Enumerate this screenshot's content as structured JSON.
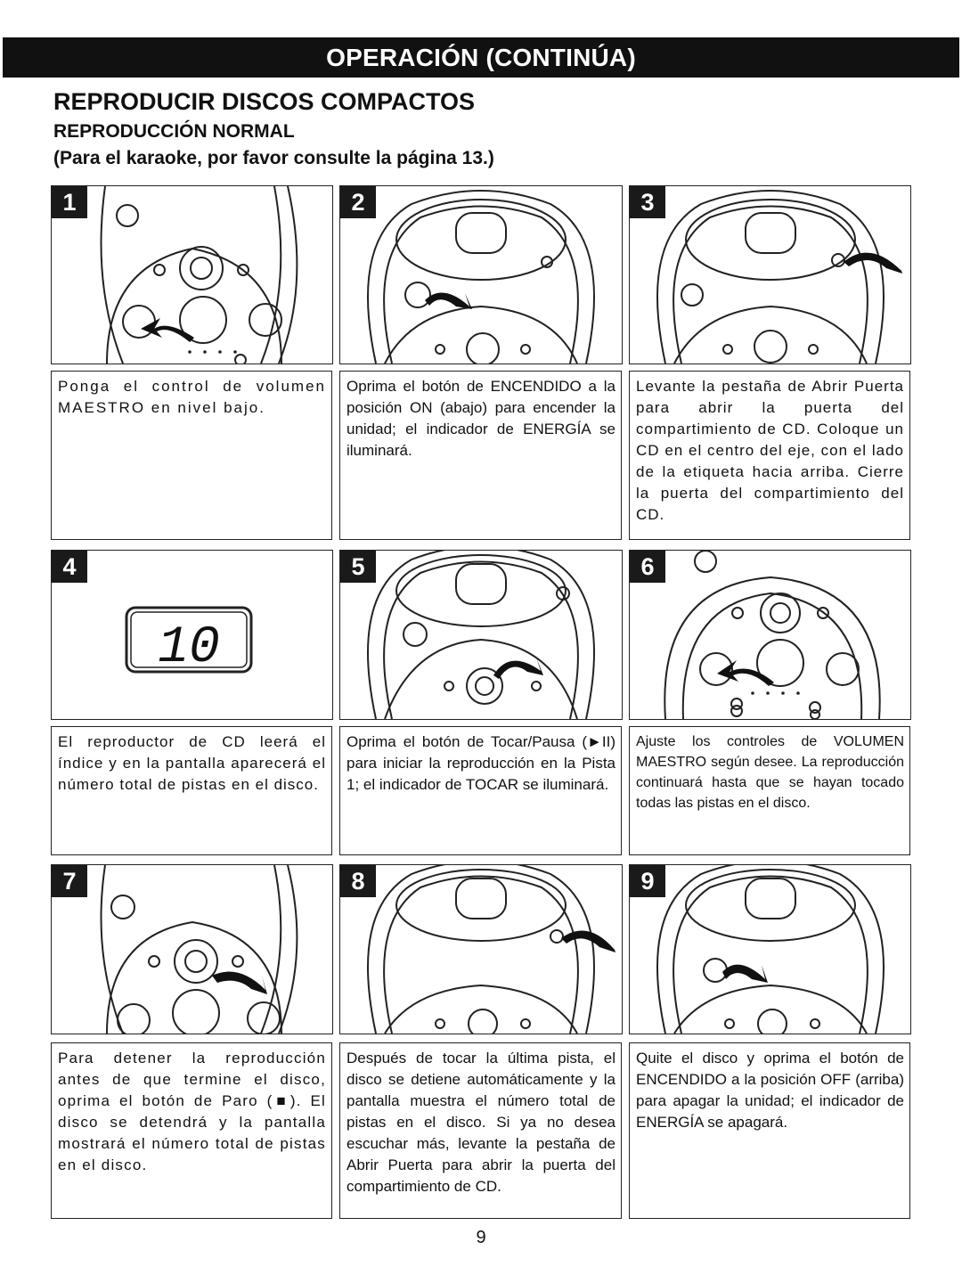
{
  "header": {
    "banner": "OPERACIÓN (CONTINÚA)",
    "title": "REPRODUCIR DISCOS COMPACTOS",
    "subtitle": "REPRODUCCIÓN NORMAL",
    "note": "(Para el karaoke, por favor consulte la página  13.)"
  },
  "steps": [
    {
      "num": "1",
      "text": "Ponga el control de volumen MAESTRO en nivel bajo."
    },
    {
      "num": "2",
      "text": "Oprima el botón de ENCENDIDO a la posición ON (abajo) para encender la unidad; el indicador de ENERGÍA se iluminará."
    },
    {
      "num": "3",
      "text": "Levante la pestaña de Abrir Puerta para abrir la puerta del compartimiento de CD. Coloque un CD en el centro del eje, con el lado de la etiqueta hacia arriba. Cierre la puerta del compartimiento del CD."
    },
    {
      "num": "4",
      "text": "El reproductor de CD leerá el índice y en la pantalla aparecerá el número total de pistas en el disco.",
      "display": "10"
    },
    {
      "num": "5",
      "text": "Oprima el botón de Tocar/Pausa (►II) para iniciar la reproducción en la Pista 1; el indicador de TOCAR se iluminará."
    },
    {
      "num": "6",
      "text": "Ajuste los controles de VOLUMEN MAESTRO según desee. La reproducción continuará hasta que se hayan tocado todas las pistas en el disco."
    },
    {
      "num": "7",
      "text": "Para detener la reproducción antes de que termine el disco, oprima el botón de Paro (■). El disco se detendrá y la pantalla mostrará el número total de pistas en el disco."
    },
    {
      "num": "8",
      "text": "Después de tocar la última pista, el disco se detiene automáticamente y la pantalla muestra el número total de pistas en el disco. Si ya no desea escuchar más, levante la pestaña de Abrir Puerta para abrir la puerta del compartimiento de CD."
    },
    {
      "num": "9",
      "text": "Quite el disco y oprima el botón de ENCENDIDO a la posición OFF (arriba) para apagar la unidad; el indicador de ENERGÍA se apagará."
    }
  ],
  "page_number": "9"
}
